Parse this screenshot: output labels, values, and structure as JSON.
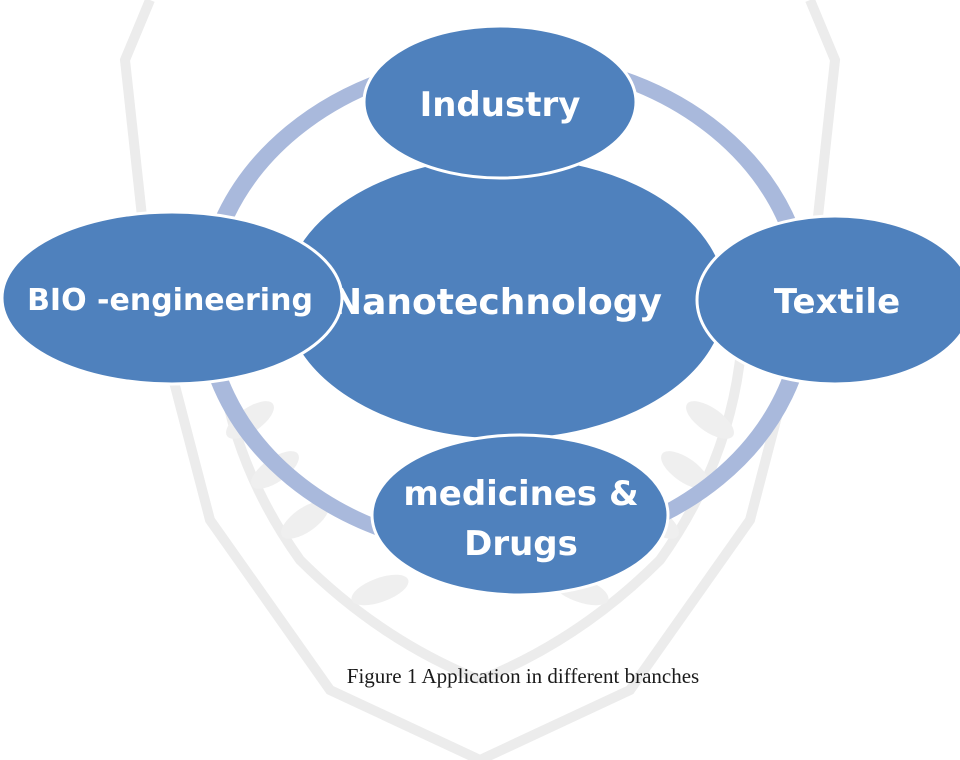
{
  "colors": {
    "node_fill": "#4f81bd",
    "node_stroke": "#ffffff",
    "ring": "#a9b9dc",
    "watermark": "#ececec",
    "label": "#ffffff"
  },
  "diagram": {
    "center": {
      "label": "Nanotechnology"
    },
    "nodes": [
      {
        "id": "industry",
        "lines": [
          "Industry"
        ]
      },
      {
        "id": "textile",
        "lines": [
          "Textile"
        ]
      },
      {
        "id": "medicines-drugs",
        "lines": [
          "medicines &",
          "Drugs"
        ]
      },
      {
        "id": "bio-engineering",
        "lines": [
          "BIO -engineering"
        ]
      }
    ]
  },
  "caption": "Figure 1 Application in different branches"
}
